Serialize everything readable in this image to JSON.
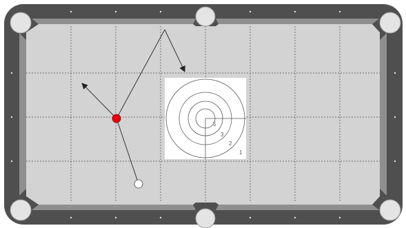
{
  "table": {
    "rail_color": "#4f4f4f",
    "cushion_color": "#8f8f8f",
    "felt_color": "#d3d3d3",
    "pocket_color": "#e4e4e4"
  },
  "balls": {
    "object_ball": {
      "name": "object-ball",
      "color": "#e3000f"
    },
    "cue_ball": {
      "name": "cue-ball",
      "color": "#ffffff"
    }
  },
  "target": {
    "ring_labels": [
      "5",
      "3",
      "2",
      "1"
    ]
  }
}
